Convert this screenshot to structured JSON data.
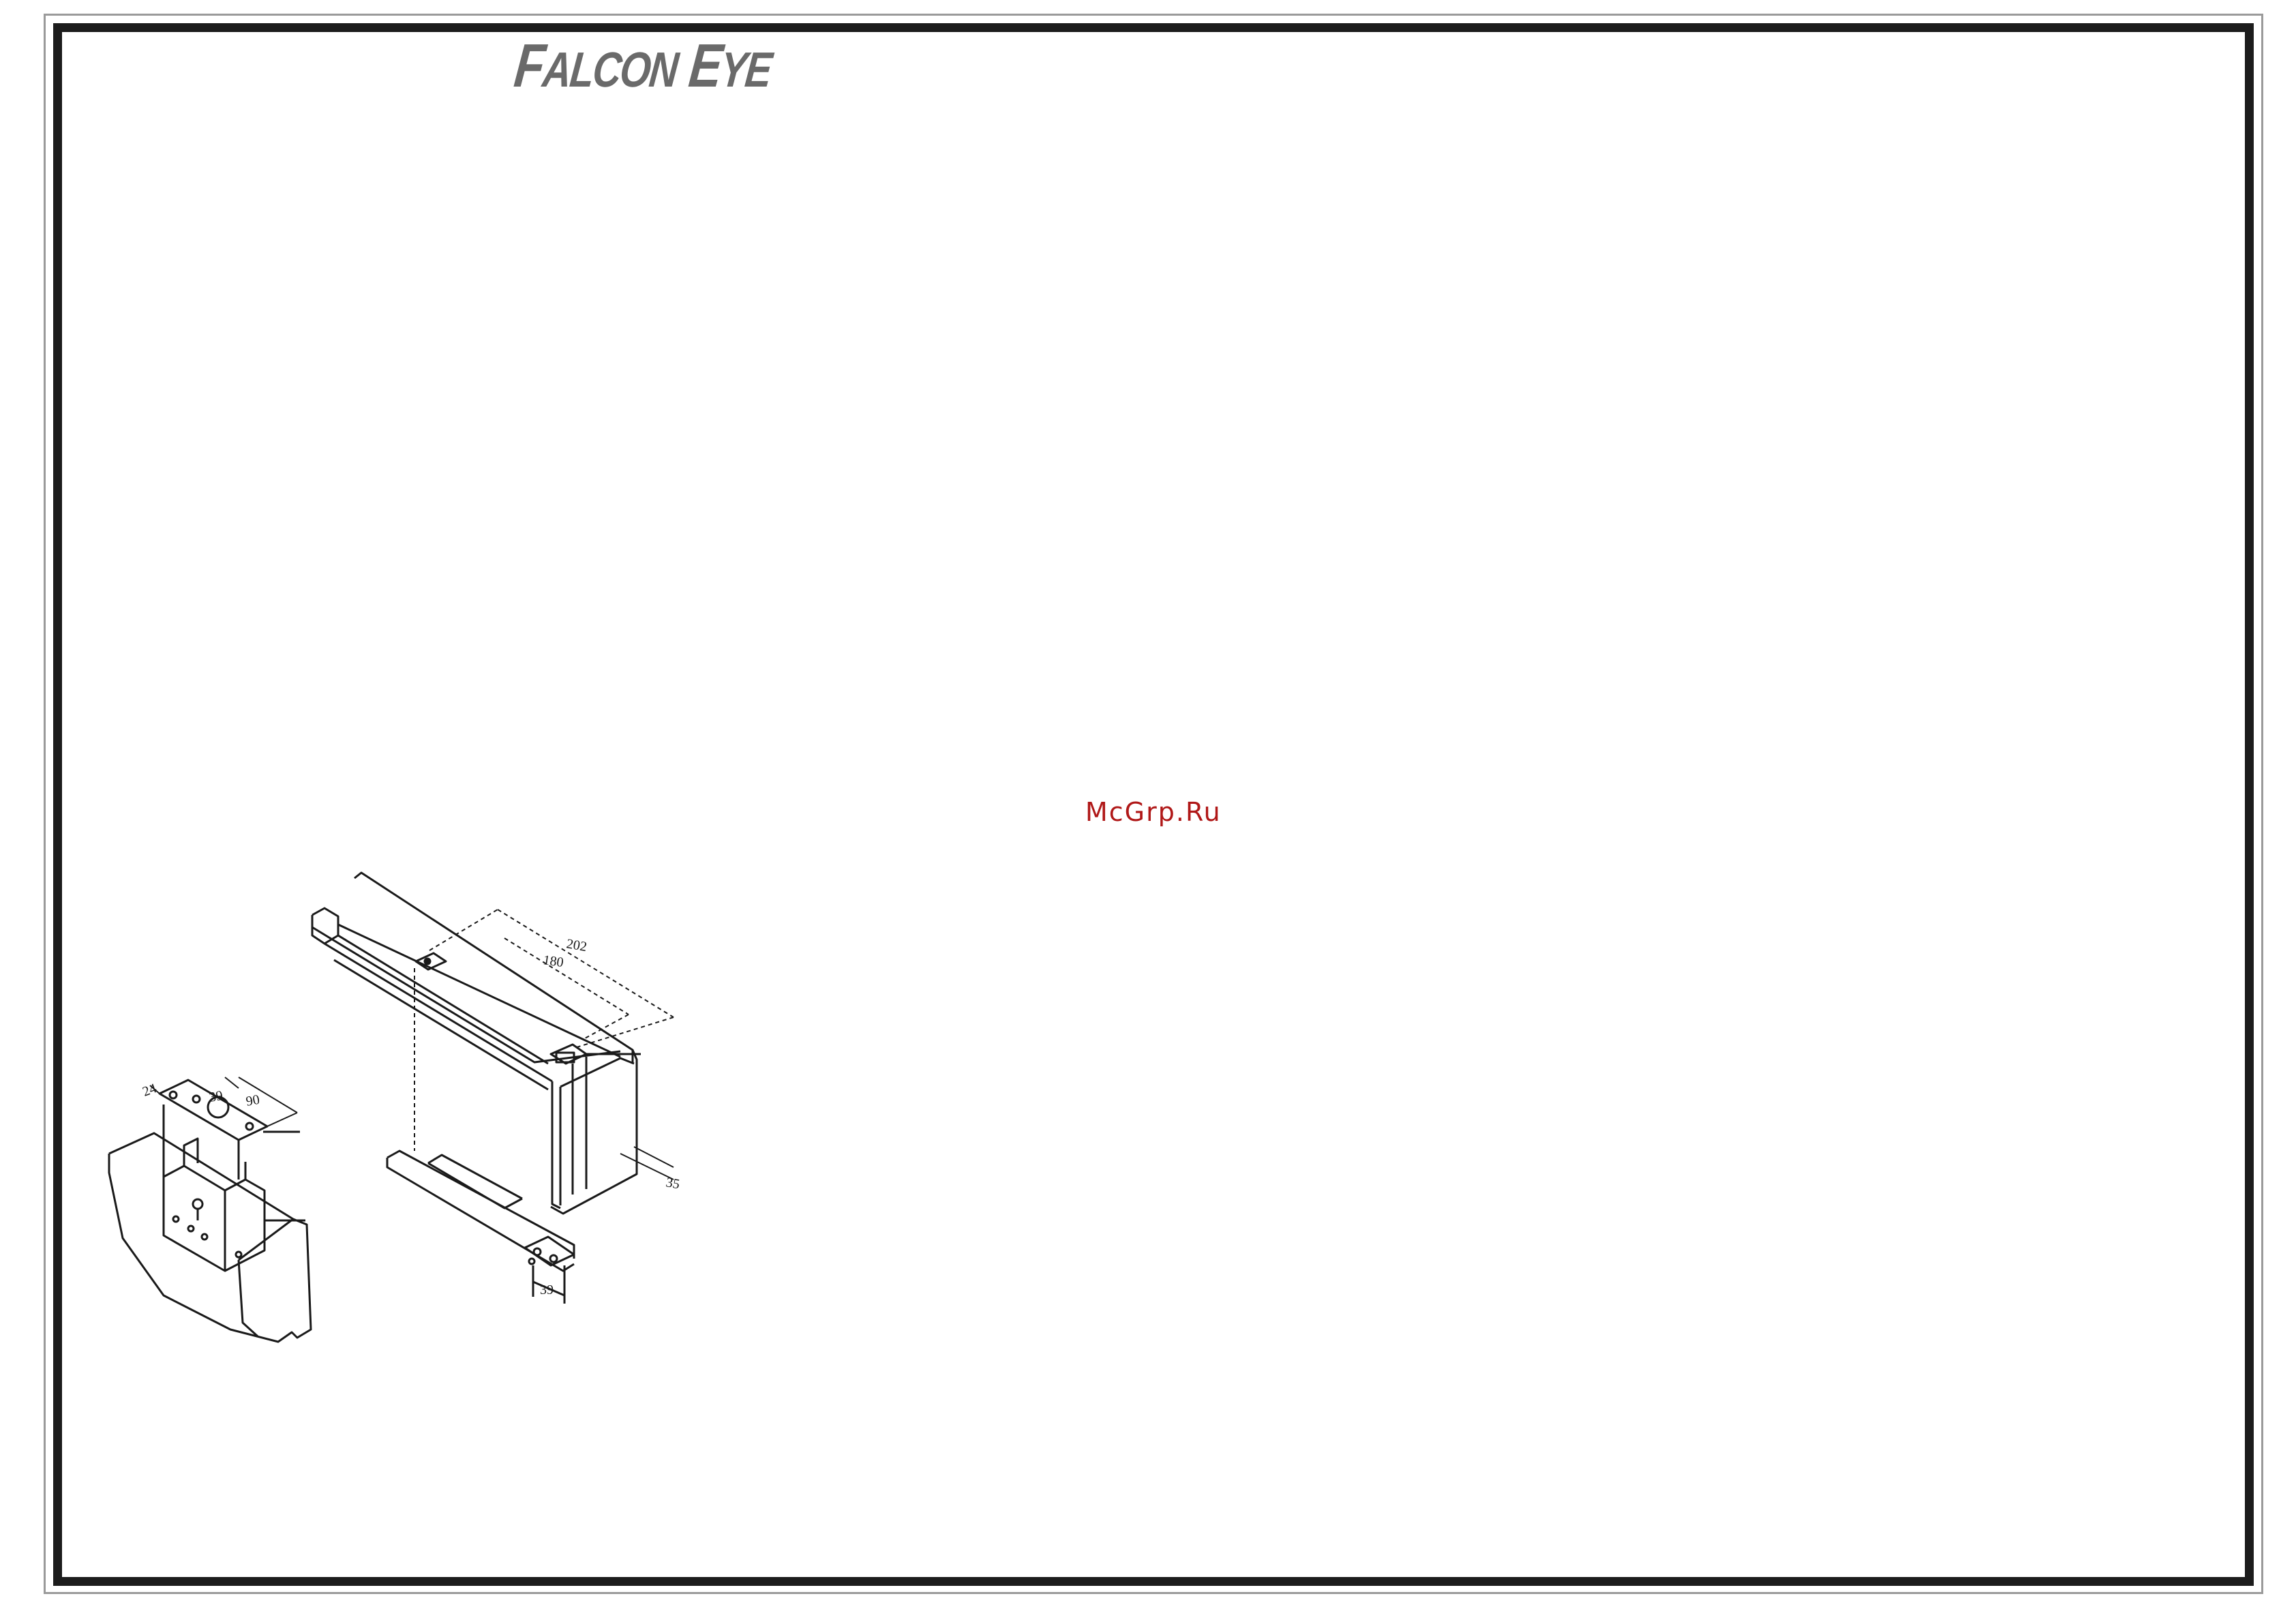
{
  "brand": {
    "logo_text": "FALCON EYE"
  },
  "watermark": {
    "text": "McGrp.Ru"
  },
  "drawing": {
    "dimensions": {
      "d202": "202",
      "d180": "180",
      "d35": "35",
      "d24": "24",
      "d39_top": "39",
      "d90": "90",
      "d39_bottom": "39"
    }
  },
  "colors": {
    "frame": "#1c1c1c",
    "logo": "#6a6a6a",
    "watermark": "#b01818",
    "line_art": "#1a1a1a"
  }
}
